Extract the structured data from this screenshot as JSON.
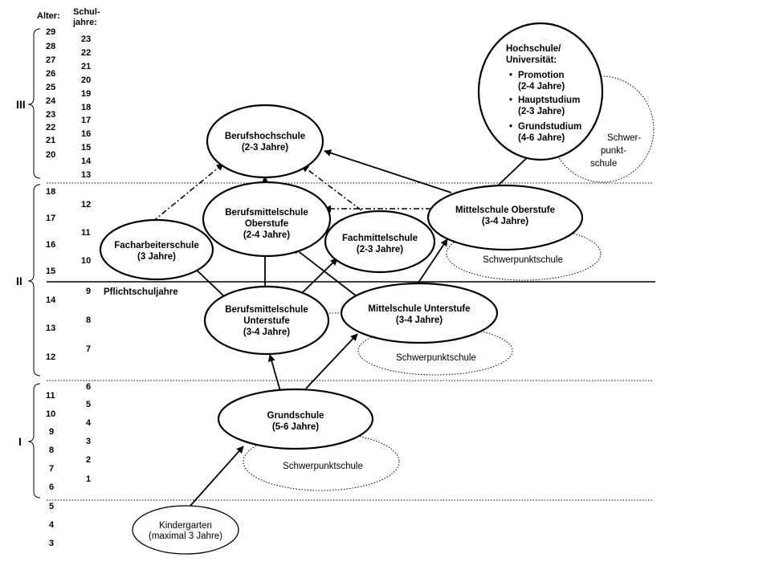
{
  "headers": {
    "alter": "Alter:",
    "schul_1": "Schul-",
    "schul_2": "jahre:"
  },
  "ages": [
    "29",
    "28",
    "27",
    "26",
    "25",
    "24",
    "23",
    "22",
    "21",
    "20",
    "18",
    "17",
    "16",
    "15",
    "14",
    "13",
    "12",
    "11",
    "10",
    "9",
    "8",
    "7",
    "6",
    "5",
    "4",
    "3"
  ],
  "schooljahre": [
    "23",
    "22",
    "21",
    "20",
    "19",
    "18",
    "17",
    "16",
    "15",
    "14",
    "13",
    "12",
    "11",
    "10",
    "9",
    "8",
    "7",
    "6",
    "5",
    "4",
    "3",
    "2",
    "1"
  ],
  "stages": {
    "iii": "III",
    "ii": "II",
    "i": "I"
  },
  "pflicht": "Pflichtschuljahre",
  "nodes": {
    "kindergarten": {
      "l1": "Kindergarten",
      "l2": "(maximal 3 Jahre)"
    },
    "grundschule": {
      "l1": "Grundschule",
      "l2": "(5-6 Jahre)"
    },
    "bms_unter": {
      "l1": "Berufsmittelschule",
      "l2": "Unterstufe",
      "l3": "(3-4 Jahre)"
    },
    "ms_unter": {
      "l1": "Mittelschule Unterstufe",
      "l2": "(3-4 Jahre)"
    },
    "facharbeiter": {
      "l1": "Facharbeiterschule",
      "l2": "(3 Jahre)"
    },
    "bms_ober": {
      "l1": "Berufsmittelschule",
      "l2": "Oberstufe",
      "l3": "(2-4 Jahre)"
    },
    "fachmittel": {
      "l1": "Fachmittelschule",
      "l2": "(2-3 Jahre)"
    },
    "ms_ober": {
      "l1": "Mittelschule Oberstufe",
      "l2": "(3-4 Jahre)"
    },
    "berufshoch": {
      "l1": "Berufshochschule",
      "l2": "(2-3 Jahre)"
    },
    "hochschule": {
      "l1": "Hochschule/",
      "l2": "Universität:",
      "items": [
        {
          "name": "Promotion",
          "dur": "(2-4 Jahre)"
        },
        {
          "name": "Hauptstudium",
          "dur": "(2-3 Jahre)"
        },
        {
          "name": "Grundstudium",
          "dur": "(4-6 Jahre)"
        }
      ]
    }
  },
  "schwerpunkt": {
    "label": "Schwerpunktschule",
    "hoch_l1": "Schwer-",
    "hoch_l2": "punkt-",
    "hoch_l3": "schule"
  },
  "bullet": "•"
}
